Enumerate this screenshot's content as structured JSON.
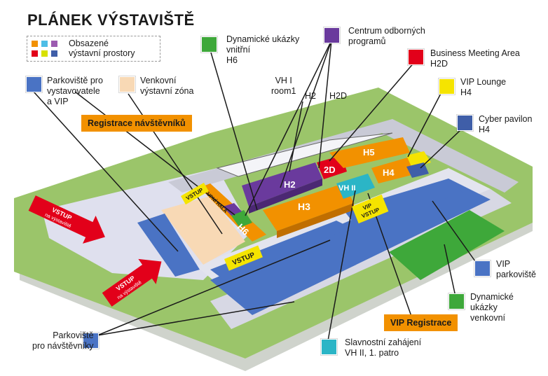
{
  "title": "PLÁNEK VÝSTAVIŠTĚ",
  "legend": {
    "label": "Obsazené\nvýstavní prostory",
    "colors": [
      "#f29100",
      "#4ebde6",
      "#9c5bb0",
      "#e2001a",
      "#d8e100",
      "#3f5ea8"
    ]
  },
  "colors": {
    "orange": "#f29100",
    "purple": "#6a3a9d",
    "red": "#e2001a",
    "yellow": "#f5e400",
    "blue": "#4a73c4",
    "green": "#3ea83a",
    "teal": "#2bb5c6",
    "grass": "#9bc56a",
    "peach": "#f8d9b5",
    "lavender": "#dfe0ee"
  },
  "legend_items": [
    {
      "name": "dyn-inner",
      "text": "Dynamické ukázky\nvnitřní\nH6",
      "color": "#3ea83a"
    },
    {
      "name": "centrum",
      "text": "Centrum odborných\nprogramů",
      "color": "#6a3a9d"
    },
    {
      "name": "business",
      "text": "Business Meeting Area\nH2D",
      "color": "#e2001a"
    },
    {
      "name": "vip-lounge",
      "text": "VIP Lounge\nH4",
      "color": "#f5e400"
    },
    {
      "name": "cyber",
      "text": "Cyber pavilon\nH4",
      "color": "#3f5ea8"
    },
    {
      "name": "parking-exh",
      "text": "Parkoviště pro\nvystavovatele\na VIP",
      "color": "#4a73c4"
    },
    {
      "name": "outdoor",
      "text": "Venkovní\nvýstavní zóna",
      "color": "#f8d9b5"
    },
    {
      "name": "vip-parking",
      "text": "VIP\nparkoviště",
      "color": "#4a73c4"
    },
    {
      "name": "dyn-outer",
      "text": "Dynamické\nukázky\nvenkovní",
      "color": "#3ea83a"
    },
    {
      "name": "parking-vis",
      "text": "Parkoviště\npro návštěvníky",
      "color": "#4a73c4"
    },
    {
      "name": "opening",
      "text": "Slavnostní zahájení\nVH II, 1. patro",
      "color": "#2bb5c6"
    }
  ],
  "text_labels": {
    "vh1": "VH I\nroom1",
    "h2": "H2",
    "h2d": "H2D"
  },
  "banners": {
    "registrace": "Registrace návštěvníků",
    "vip_registrace": "VIP Registrace"
  },
  "halls": {
    "h2": "H2",
    "h2d": "2D",
    "h3": "H3",
    "h4": "H4",
    "h5": "H5",
    "h6": "H6",
    "vh2": "VH II",
    "vstupni": "VSTUPNÍ HALA"
  },
  "signs": {
    "vstup": "VSTUP",
    "vstup_sub": "na výstaviště",
    "vip_vstup": "VIP\nVSTUP"
  }
}
